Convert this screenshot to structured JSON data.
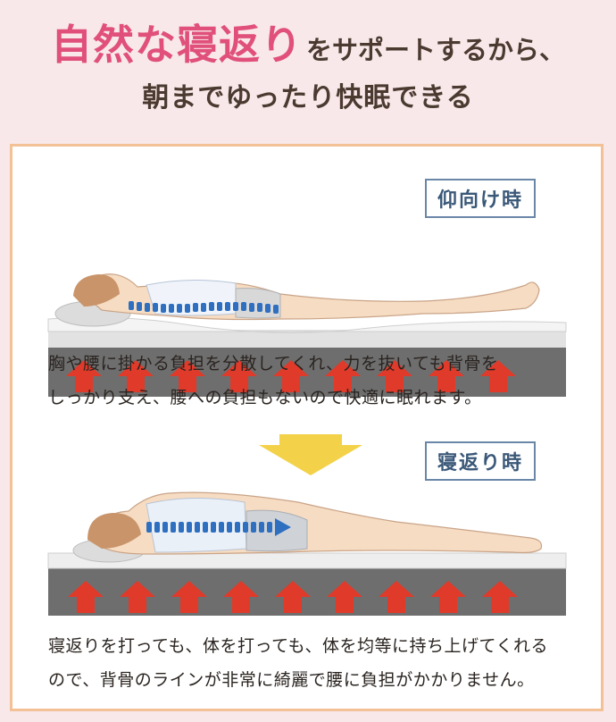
{
  "title": {
    "emphasis": "自然な寝返り",
    "rest": "をサポートするから、",
    "line2": "朝までゆったり快眠できる"
  },
  "section1": {
    "label": "仰向け時",
    "description_line1": "胸や腰に掛かる負担を分散してくれ、力を抜いても背骨を",
    "description_line2": "しっかり支え、腰への負担もないので快適に眠れます。"
  },
  "section2": {
    "label": "寝返り時",
    "description_line1": "寝返りを打っても、体を打っても、体を均等に持ち上げてくれる",
    "description_line2": "ので、背骨のラインが非常に綺麗で腰に負担がかかりません。"
  },
  "colors": {
    "emphasis": "#e0507a",
    "arrow_red": "#e03a2a",
    "down_arrow": "#f3d24a",
    "label_border": "#6a87a8",
    "panel_border": "#f2c196",
    "background": "#f8e8e9",
    "spine_blue": "#2f6fc0"
  },
  "icons": {
    "support_arrow": "red-up-arrow-icon",
    "transition_arrow": "yellow-down-arrow-icon"
  }
}
